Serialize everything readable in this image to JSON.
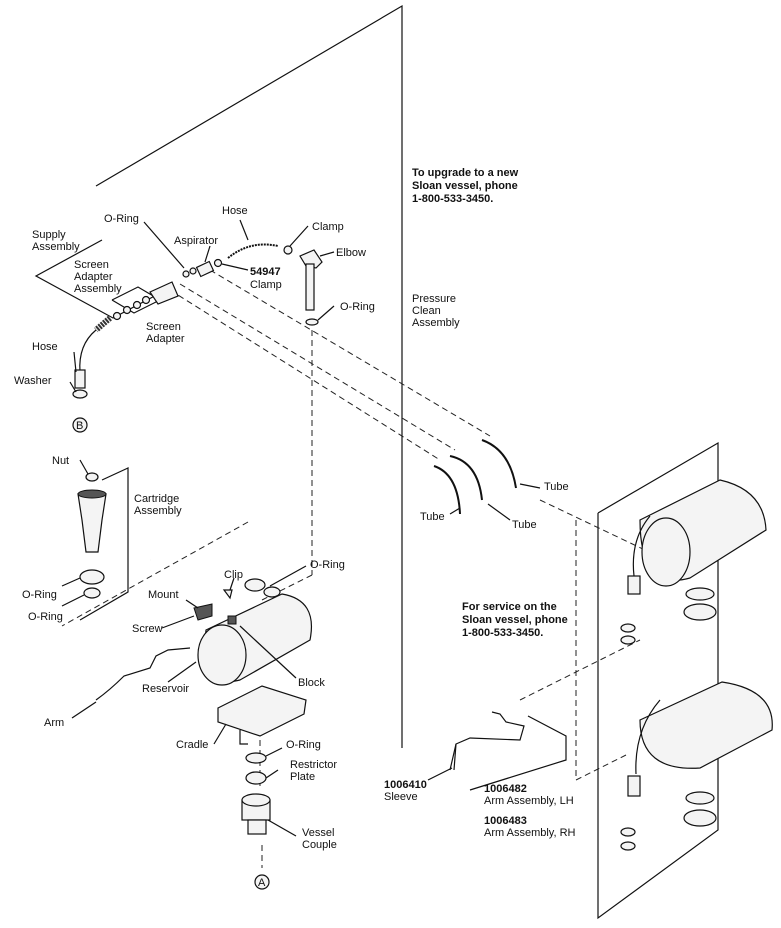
{
  "notes": {
    "upgrade": [
      "To upgrade to a new",
      "Sloan vessel, phone",
      "1-800-533-3450."
    ],
    "service": [
      "For service on the",
      "Sloan vessel, phone",
      "1-800-533-3450."
    ]
  },
  "labels": {
    "supply_assembly": [
      "Supply",
      "Assembly"
    ],
    "o_ring_top": "O-Ring",
    "aspirator": "Aspirator",
    "hose_top": "Hose",
    "clamp": "Clamp",
    "elbow": "Elbow",
    "clamp_54947": [
      "54947",
      "Clamp"
    ],
    "screen_adapter_assembly": [
      "Screen",
      "Adapter",
      "Assembly"
    ],
    "screen_adapter": [
      "Screen",
      "Adapter"
    ],
    "o_ring_elbow": "O-Ring",
    "pressure_clean_assembly": [
      "Pressure",
      "Clean",
      "Assembly"
    ],
    "hose_left": "Hose",
    "washer": "Washer",
    "marker_b": "B",
    "nut": "Nut",
    "cartridge_assembly": [
      "Cartridge",
      "Assembly"
    ],
    "o_ring_cart_1": "O-Ring",
    "o_ring_cart_2": "O-Ring",
    "tube_1": "Tube",
    "tube_2": "Tube",
    "tube_3": "Tube",
    "clip": "Clip",
    "o_ring_res": "O-Ring",
    "mount": "Mount",
    "screw": "Screw",
    "block": "Block",
    "reservoir": "Reservoir",
    "arm": "Arm",
    "cradle": "Cradle",
    "o_ring_cradle": "O-Ring",
    "restrictor_plate": [
      "Restrictor",
      "Plate"
    ],
    "vessel_couple": [
      "Vessel",
      "Couple"
    ],
    "marker_a": "A",
    "sleeve": [
      "1006410",
      "Sleeve"
    ],
    "arm_lh": [
      "1006482",
      "Arm Assembly, LH"
    ],
    "arm_rh": [
      "1006483",
      "Arm Assembly, RH"
    ]
  }
}
